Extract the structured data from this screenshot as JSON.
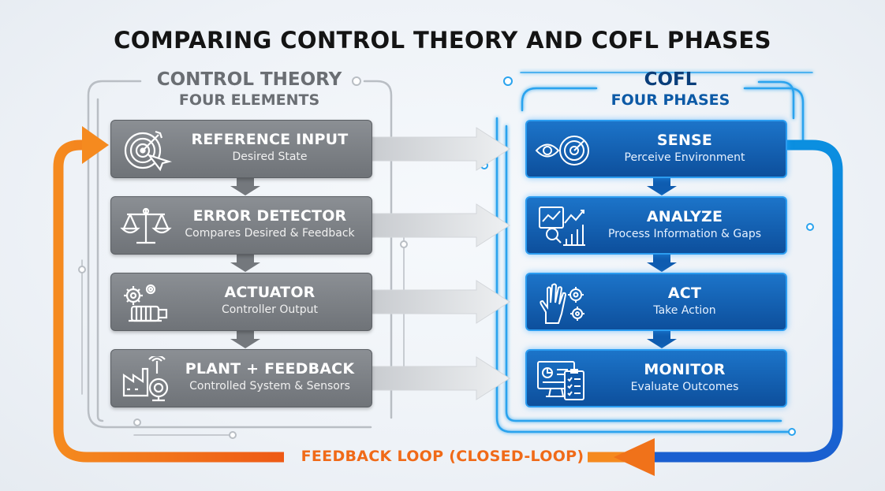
{
  "title": "COMPARING CONTROL THEORY AND COFL PHASES",
  "left_column": {
    "heading_line1": "CONTROL THEORY",
    "heading_line2": "FOUR ELEMENTS",
    "items": [
      {
        "label": "REFERENCE INPUT",
        "sublabel": "Desired State",
        "icon": "target-cursor-icon"
      },
      {
        "label": "ERROR DETECTOR",
        "sublabel": "Compares Desired & Feedback",
        "icon": "balance-scale-icon"
      },
      {
        "label": "ACTUATOR",
        "sublabel": "Controller Output",
        "icon": "gears-motor-icon"
      },
      {
        "label": "PLANT + FEEDBACK",
        "sublabel": "Controlled System & Sensors",
        "icon": "factory-sensor-icon"
      }
    ]
  },
  "right_column": {
    "heading_line1": "COFL",
    "heading_line2": "FOUR PHASES",
    "items": [
      {
        "label": "SENSE",
        "sublabel": "Perceive Environment",
        "icon": "eye-radar-icon"
      },
      {
        "label": "ANALYZE",
        "sublabel": "Process Information & Gaps",
        "icon": "chart-analysis-icon"
      },
      {
        "label": "ACT",
        "sublabel": "Take Action",
        "icon": "hand-gears-icon"
      },
      {
        "label": "MONITOR",
        "sublabel": "Evaluate Outcomes",
        "icon": "monitor-checklist-icon"
      }
    ]
  },
  "feedback_loop_label": "FEEDBACK LOOP (CLOSED-LOOP)",
  "colors": {
    "gray_card": "#7a7e83",
    "blue_card": "#1565c0",
    "orange_loop": "#f06a18",
    "cyan_glow": "#2b9cf0"
  }
}
